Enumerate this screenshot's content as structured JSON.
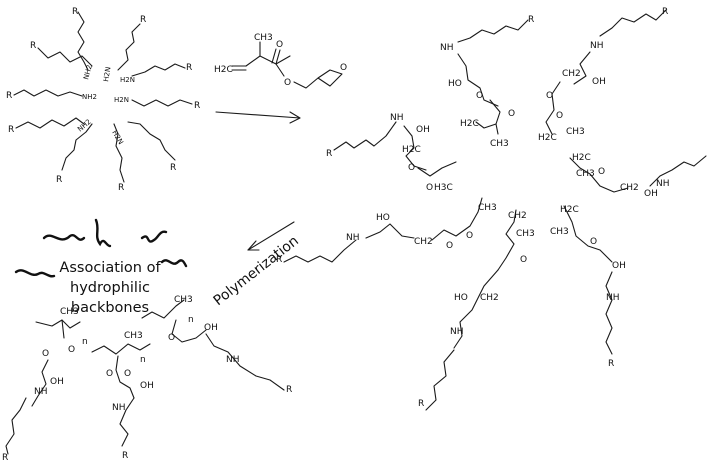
{
  "figure": {
    "reagent": {
      "methyl": "CH3",
      "alkene": "H2C",
      "carbonyl_o": "O",
      "ester_o": "O",
      "epoxide_o": "O"
    },
    "arrows": {
      "polymerization_label": "Polymerization"
    },
    "association_label": [
      "Association of",
      "hydrophilic",
      "backbones"
    ],
    "atom_labels": {
      "R": "R",
      "NH": "NH",
      "NH2": "NH2",
      "H2N": "H2N",
      "OH": "OH",
      "HO": "HO",
      "CH2": "CH2",
      "H2C": "H2C",
      "CH3": "CH3",
      "H3C": "H3C",
      "O": "O",
      "n": "n"
    }
  }
}
